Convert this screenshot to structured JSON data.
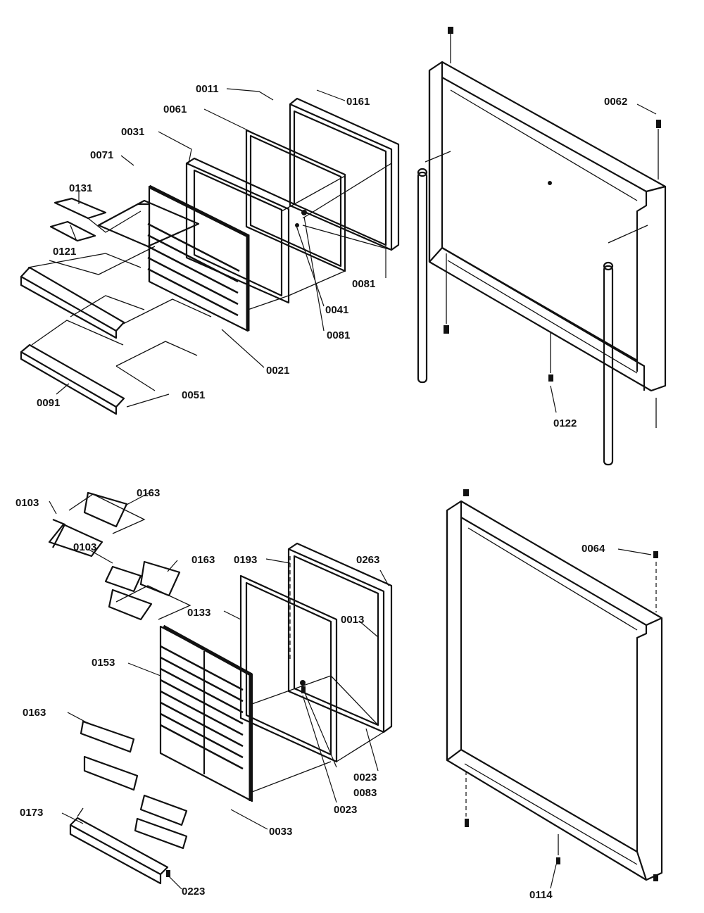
{
  "callouts": {
    "c0011": "0011",
    "c0161": "0161",
    "c0061": "0061",
    "c0031": "0031",
    "c0071": "0071",
    "c0131": "0131",
    "c0121": "0121",
    "c0081a": "0081",
    "c0041": "0041",
    "c0081b": "0081",
    "c0021": "0021",
    "c0091": "0091",
    "c0051": "0051",
    "c0062": "0062",
    "c0122": "0122",
    "c0103a": "0103",
    "c0163a": "0163",
    "c0103b": "0103",
    "c0163b": "0163",
    "c0193": "0193",
    "c0263": "0263",
    "c0133": "0133",
    "c0013": "0013",
    "c0153": "0153",
    "c0163c": "0163",
    "c0023a": "0023",
    "c0083": "0083",
    "c0023b": "0023",
    "c0033": "0033",
    "c0173": "0173",
    "c0223": "0223",
    "c0064": "0064",
    "c0114": "0114"
  }
}
